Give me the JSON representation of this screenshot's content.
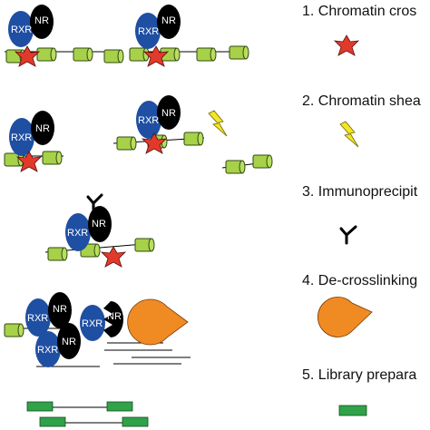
{
  "proteins": {
    "rxr": "RXR",
    "nr": "NR"
  },
  "steps": [
    {
      "number": "1.",
      "text": "Chromatin cros"
    },
    {
      "number": "2.",
      "text": "Chromatin shea"
    },
    {
      "number": "3.",
      "text": "Immunoprecipit"
    },
    {
      "number": "4.",
      "text": "De-crosslinking"
    },
    {
      "number": "5.",
      "text": "Library prepara"
    }
  ],
  "colors": {
    "rxr": "#1f4fa3",
    "nr": "#000000",
    "nucleosome": "#a8d14a",
    "crosslink_star": "#e23a2a",
    "shear_bolt": "#f3e626",
    "protease_pacman": "#f08b24",
    "library_fragment": "#2fa24a",
    "dna": "#000000"
  },
  "icons": [
    "crosslink-star-icon",
    "lightning-bolt-icon",
    "antibody-icon",
    "protease-icon",
    "library-fragment-icon"
  ]
}
